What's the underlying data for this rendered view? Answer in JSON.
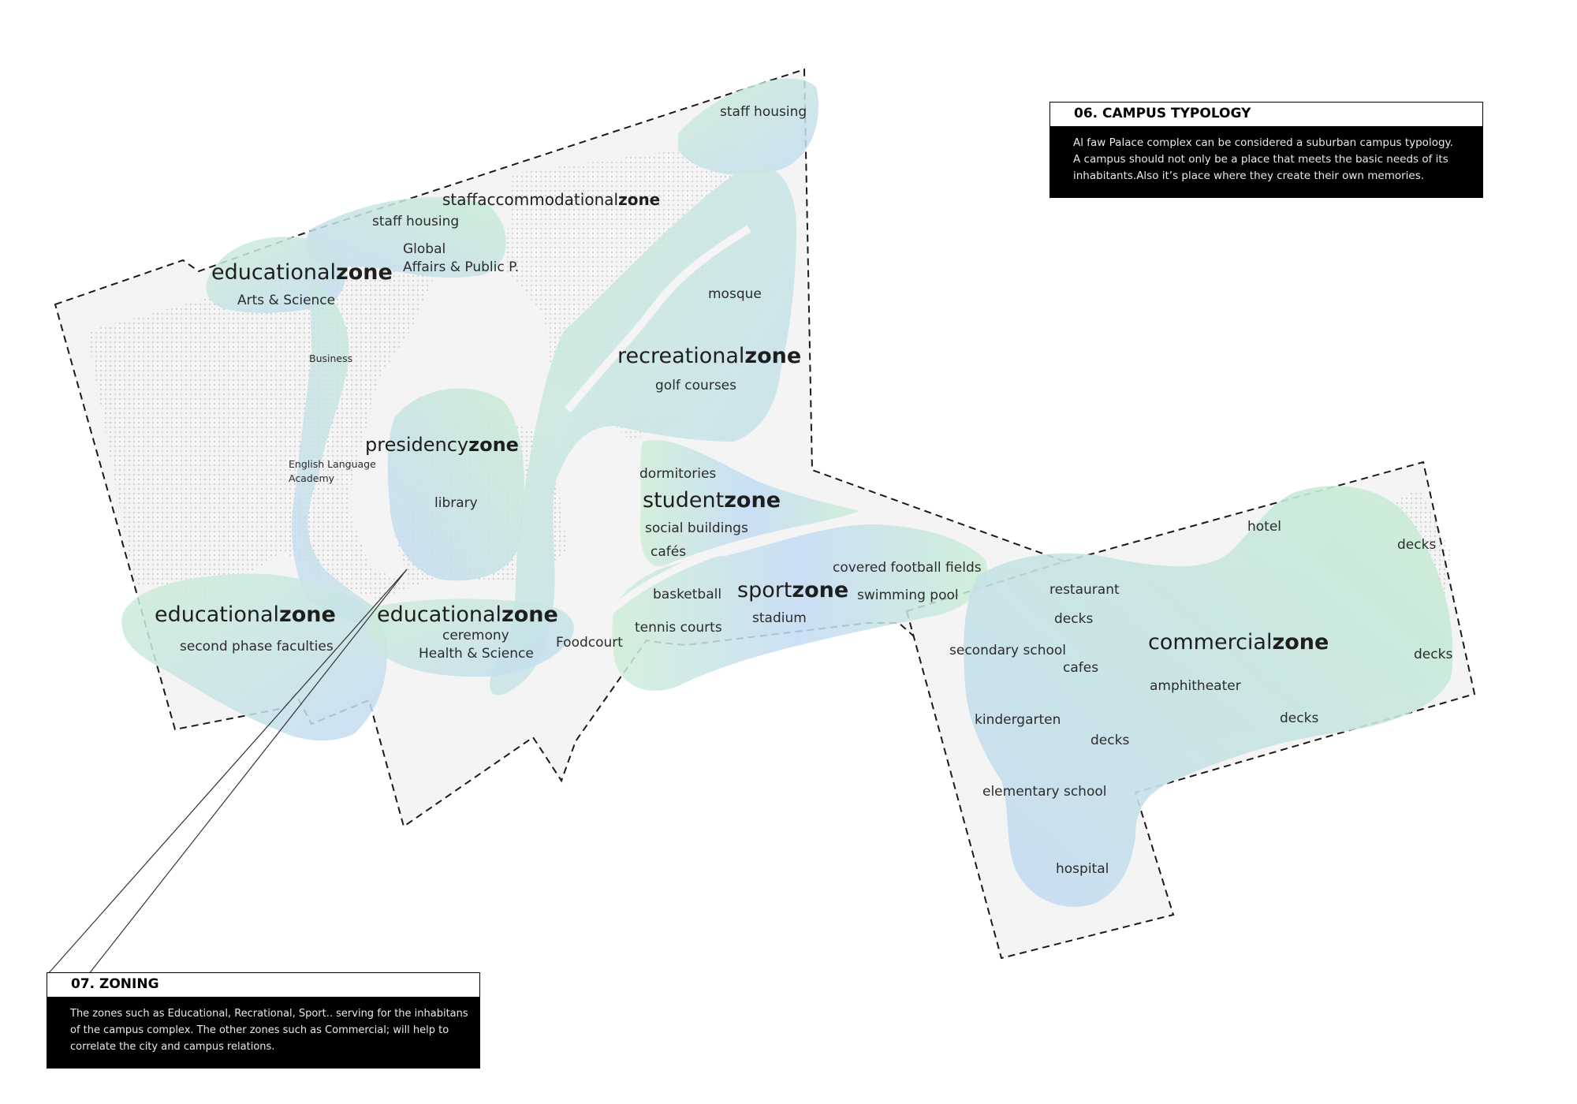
{
  "labels": {
    "staff_housing_top": "staff housing",
    "staff_housing_left": "staff housing",
    "staffaccom_prefix": "staffaccommodational",
    "global": "Global",
    "affairs": "Affairs & Public P.",
    "edu_prefix": "educational",
    "zone_word": "zone",
    "arts": "Arts & Science",
    "mosque": "mosque",
    "business": "Business",
    "recreational_prefix": "recreational",
    "golf": "golf courses",
    "presidency_prefix": "presidency",
    "english_1": "English Language",
    "english_2": "Academy",
    "library": "library",
    "dormitories": "dormitories",
    "student_prefix": "student",
    "social": "social buildings",
    "cafes_student": "cafés",
    "covered": "covered football fields",
    "swimming": "swimming pool",
    "basketball": "basketball",
    "sport_prefix": "sport",
    "stadium": "stadium",
    "tennis": "tennis courts",
    "foodcourt": "Foodcourt",
    "second_phase": "second phase faculties",
    "ceremony": "ceremony",
    "health": "Health & Science",
    "hotel": "hotel",
    "decks": "decks",
    "restaurant": "restaurant",
    "secondary": "secondary school",
    "cafes_comm": "cafes",
    "commercial_prefix": "commercial",
    "amphitheater": "amphitheater",
    "kindergarten": "kindergarten",
    "elementary": "elementary school",
    "hospital": "hospital"
  },
  "panels": {
    "typology": {
      "title": "06. CAMPUS TYPOLOGY",
      "lines": [
        "Al faw Palace complex can be considered a suburban campus typology.",
        "A campus should not only be a place that meets the basic needs of its",
        "inhabitants.Also it’s place where they create their own memories."
      ]
    },
    "zoning": {
      "title": "07. ZONING",
      "lines": [
        "The zones such as Educational, Recrational, Sport.. serving for the inhabitans",
        "of the campus complex. The other zones such as Commercial; will help to",
        "correlate the city and campus relations."
      ]
    }
  },
  "colors": {
    "site_fill": "#f3f4f3",
    "green": "#c9efd4",
    "blue": "#c6dff4",
    "ink": "#2b2b2b"
  }
}
